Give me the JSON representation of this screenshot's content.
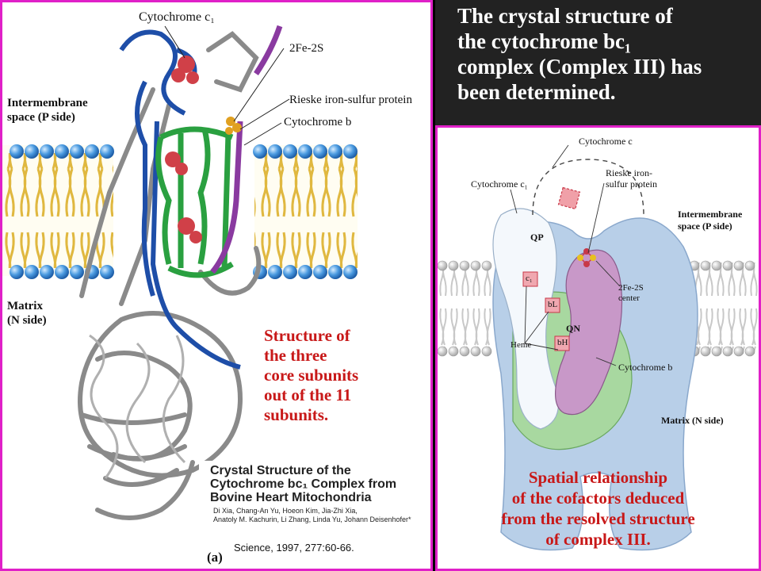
{
  "title": {
    "line1": "The crystal structure of",
    "line2": "the cytochrome bc₁",
    "line3": "complex (Complex III) has",
    "line4": "been determined."
  },
  "left_figure": {
    "labels": {
      "cyt_c1": "Cytochrome c₁",
      "fes": "2Fe-2S",
      "rieske": "Rieske iron-sulfur protein",
      "cyt_b": "Cytochrome b",
      "ims_1": "Intermembrane",
      "ims_2": "space (P side)",
      "matrix_1": "Matrix",
      "matrix_2": "(N side)",
      "fig_letter": "(a)"
    },
    "caption": [
      "Structure of",
      "the three",
      "core subunits",
      "out of the 11",
      "subunits."
    ],
    "paper": {
      "title": [
        "Crystal Structure of the",
        "Cytochrome bc₁ Complex from",
        "Bovine Heart Mitochondria"
      ],
      "authors": [
        "Di Xia, Chang-An Yu, Hoeon Kim, Jia-Zhi Xia,",
        "Anatoly M. Kachurin, Li Zhang, Linda Yu, Johann Deisenhofer*"
      ]
    },
    "citation": "Science, 1997, 277:60-66."
  },
  "right_figure": {
    "labels": {
      "cyt_c": "Cytochrome c",
      "cyt_c1": "Cytochrome c₁",
      "rieske_1": "Rieske iron-",
      "rieske_2": "sulfur protein",
      "ims_1": "Intermembrane",
      "ims_2": "space (P side)",
      "qp": "QP",
      "c1": "c₁",
      "fes_1": "2Fe-2S",
      "fes_2": "center",
      "bl": "bL",
      "heme": "Heme",
      "qn": "QN",
      "bh": "bH",
      "cyt_b": "Cytochrome b",
      "matrix": "Matrix (N side)"
    },
    "caption": [
      "Spatial relationship",
      "of the cofactors deduced",
      "from the resolved structure",
      "of complex III."
    ]
  },
  "colors": {
    "border": "#e020c8",
    "caption": "#c81818",
    "membrane_head": "#3a8ed8",
    "helix_blue": "#1e4ea8",
    "helix_green": "#2aa040",
    "helix_purple": "#8a3aa0",
    "protein_gray": "#8a8a8a",
    "complex_blue": "#b8cfe8"
  }
}
